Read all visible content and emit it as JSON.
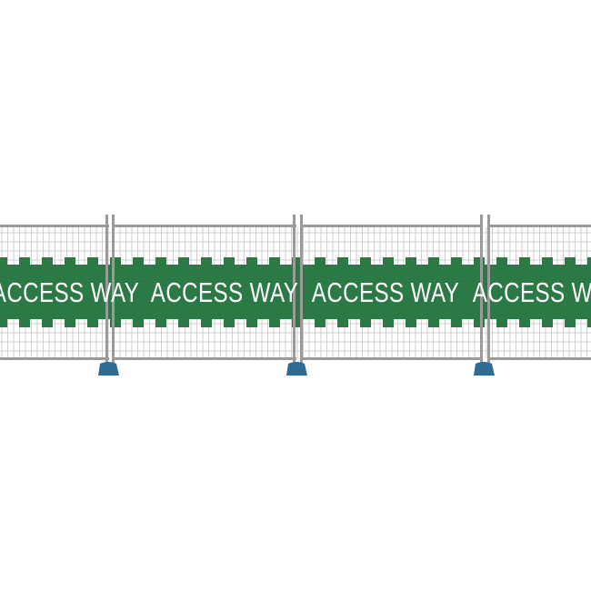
{
  "banner": {
    "color": "#2b7a46",
    "labels": [
      "ACCESS WAY",
      "ACCESS WAY",
      "ACCESS WAY",
      "ACCESS WAY"
    ]
  },
  "fence": {
    "frame_color": "#9a9a9a",
    "mesh_color": "#cfcfcf",
    "foot_color": "#2e6b95"
  }
}
